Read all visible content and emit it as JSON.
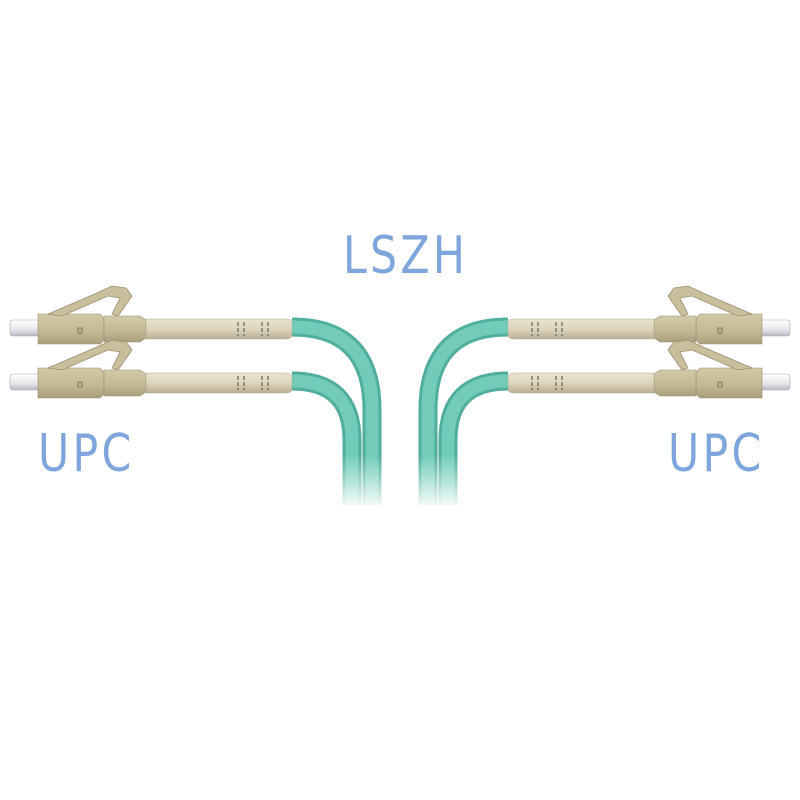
{
  "labels": {
    "jacket": "LSZH",
    "polish_left": "UPC",
    "polish_right": "UPC"
  },
  "colors": {
    "background": "#ffffff",
    "label_text": "#7fa6dc",
    "cable": "#6fcab7",
    "cable_shadow": "#4fae9c",
    "connector_body": "#c6bd9b",
    "connector_boot": "#ddd6bf",
    "ferrule": "#e8e8ec"
  },
  "image": {
    "subject": "Duplex LC-LC multimode fiber patch cord (aqua cable)",
    "left_connectors": 2,
    "right_connectors": 2,
    "connector_type": "LC"
  }
}
